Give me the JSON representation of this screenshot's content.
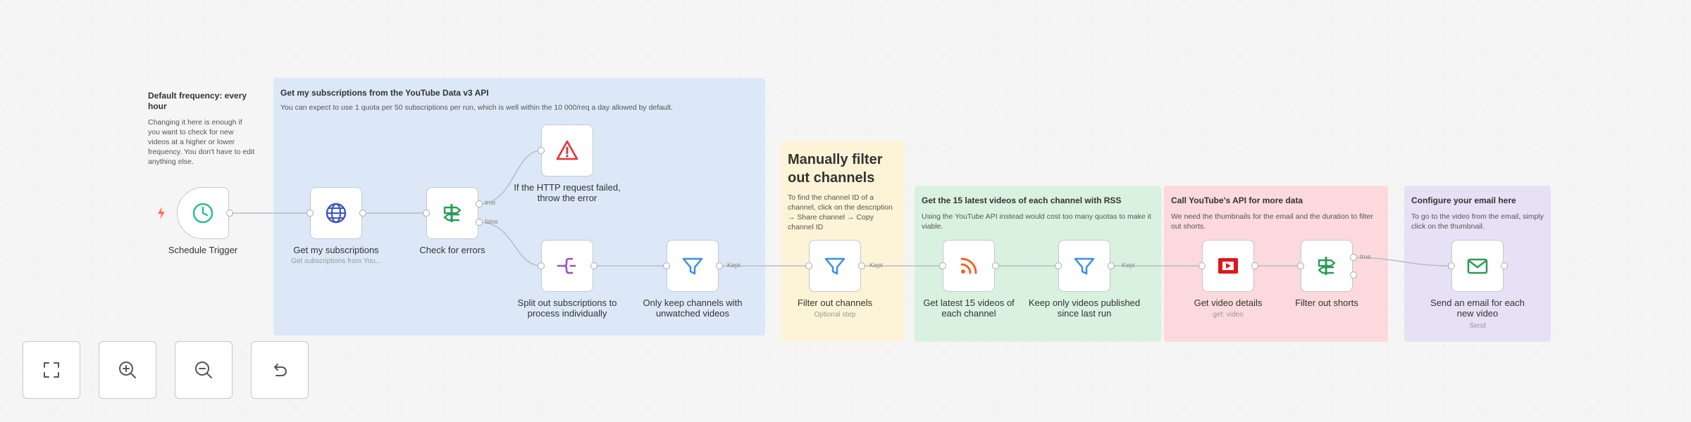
{
  "stickies": [
    {
      "title": "Default frequency: every hour",
      "body": "Changing it here is enough if you want to check for new videos at a higher or lower frequency. You don't have to edit anything else.",
      "color": "#f5f5f5"
    },
    {
      "title": "Get my subscriptions from the YouTube Data v3 API",
      "body": "You can expect to use 1 quota per 50 subscriptions per run, which is well within the 10 000/req a day allowed by default.",
      "color": "#dce8f7"
    },
    {
      "title": "Manually filter out channels",
      "body": "To find the channel ID of a channel, click on the description → Share channel → Copy channel ID",
      "color": "#fdf3d6"
    },
    {
      "title": "Get the 15 latest videos of each channel with RSS",
      "body": "Using the YouTube API instead would cost too many quotas to make it viable.",
      "color": "#d9f2df"
    },
    {
      "title": "Call YouTube's API for more data",
      "body": "We need the thumbnails for the email and the duration to filter out shorts.",
      "color": "#fbd9dc"
    },
    {
      "title": "Configure your email here",
      "body": "To go to the video from the email, simply click on the thumbnail.",
      "color": "#e6e1f4"
    }
  ],
  "nodes": {
    "schedule": {
      "label": "Schedule Trigger",
      "icon": "clock-icon"
    },
    "get_subs": {
      "label": "Get my subscriptions",
      "subtitle": "Get subscriptions from You...",
      "icon": "globe-icon"
    },
    "check_errors": {
      "label": "Check for errors",
      "icon": "signpost-icon"
    },
    "throw_error": {
      "label": "If the HTTP request failed, throw the error",
      "icon": "warning-icon"
    },
    "split_out": {
      "label": "Split out subscriptions to process individually",
      "icon": "split-icon"
    },
    "keep_unwatched": {
      "label": "Only keep channels with unwatched videos",
      "icon": "filter-icon"
    },
    "filter_channels": {
      "label": "Filter out channels",
      "subtitle": "Optional step",
      "icon": "filter-icon"
    },
    "get_latest": {
      "label": "Get latest 15 videos of each channel",
      "icon": "rss-icon"
    },
    "keep_since": {
      "label": "Keep only videos published since last run",
      "icon": "filter-icon"
    },
    "video_details": {
      "label": "Get video details",
      "subtitle": "get: video",
      "icon": "youtube-icon"
    },
    "filter_shorts": {
      "label": "Filter out shorts",
      "icon": "signpost-icon"
    },
    "send_email": {
      "label": "Send an email for each new video",
      "subtitle": "Send",
      "icon": "mail-icon"
    }
  },
  "edge_labels": {
    "true": "true",
    "false": "false",
    "kept1": "Kept",
    "kept2": "Kept",
    "kept3": "Kept",
    "true2": "true"
  },
  "controls": [
    {
      "name": "fit-view-button",
      "icon": "fit-view-icon"
    },
    {
      "name": "zoom-in-button",
      "icon": "zoom-in-icon"
    },
    {
      "name": "zoom-out-button",
      "icon": "zoom-out-icon"
    },
    {
      "name": "reset-zoom-button",
      "icon": "undo-icon"
    }
  ],
  "colors": {
    "trigger_accent": "#ff6d5a",
    "schedule": "#2fbf8c",
    "globe": "#3a55c4",
    "signpost": "#2a9b52",
    "warning": "#e0323a",
    "split": "#9b4dc9",
    "filter": "#3a8ee6",
    "rss": "#f26522",
    "youtube": "#e0161b",
    "mail": "#2a9b52"
  }
}
